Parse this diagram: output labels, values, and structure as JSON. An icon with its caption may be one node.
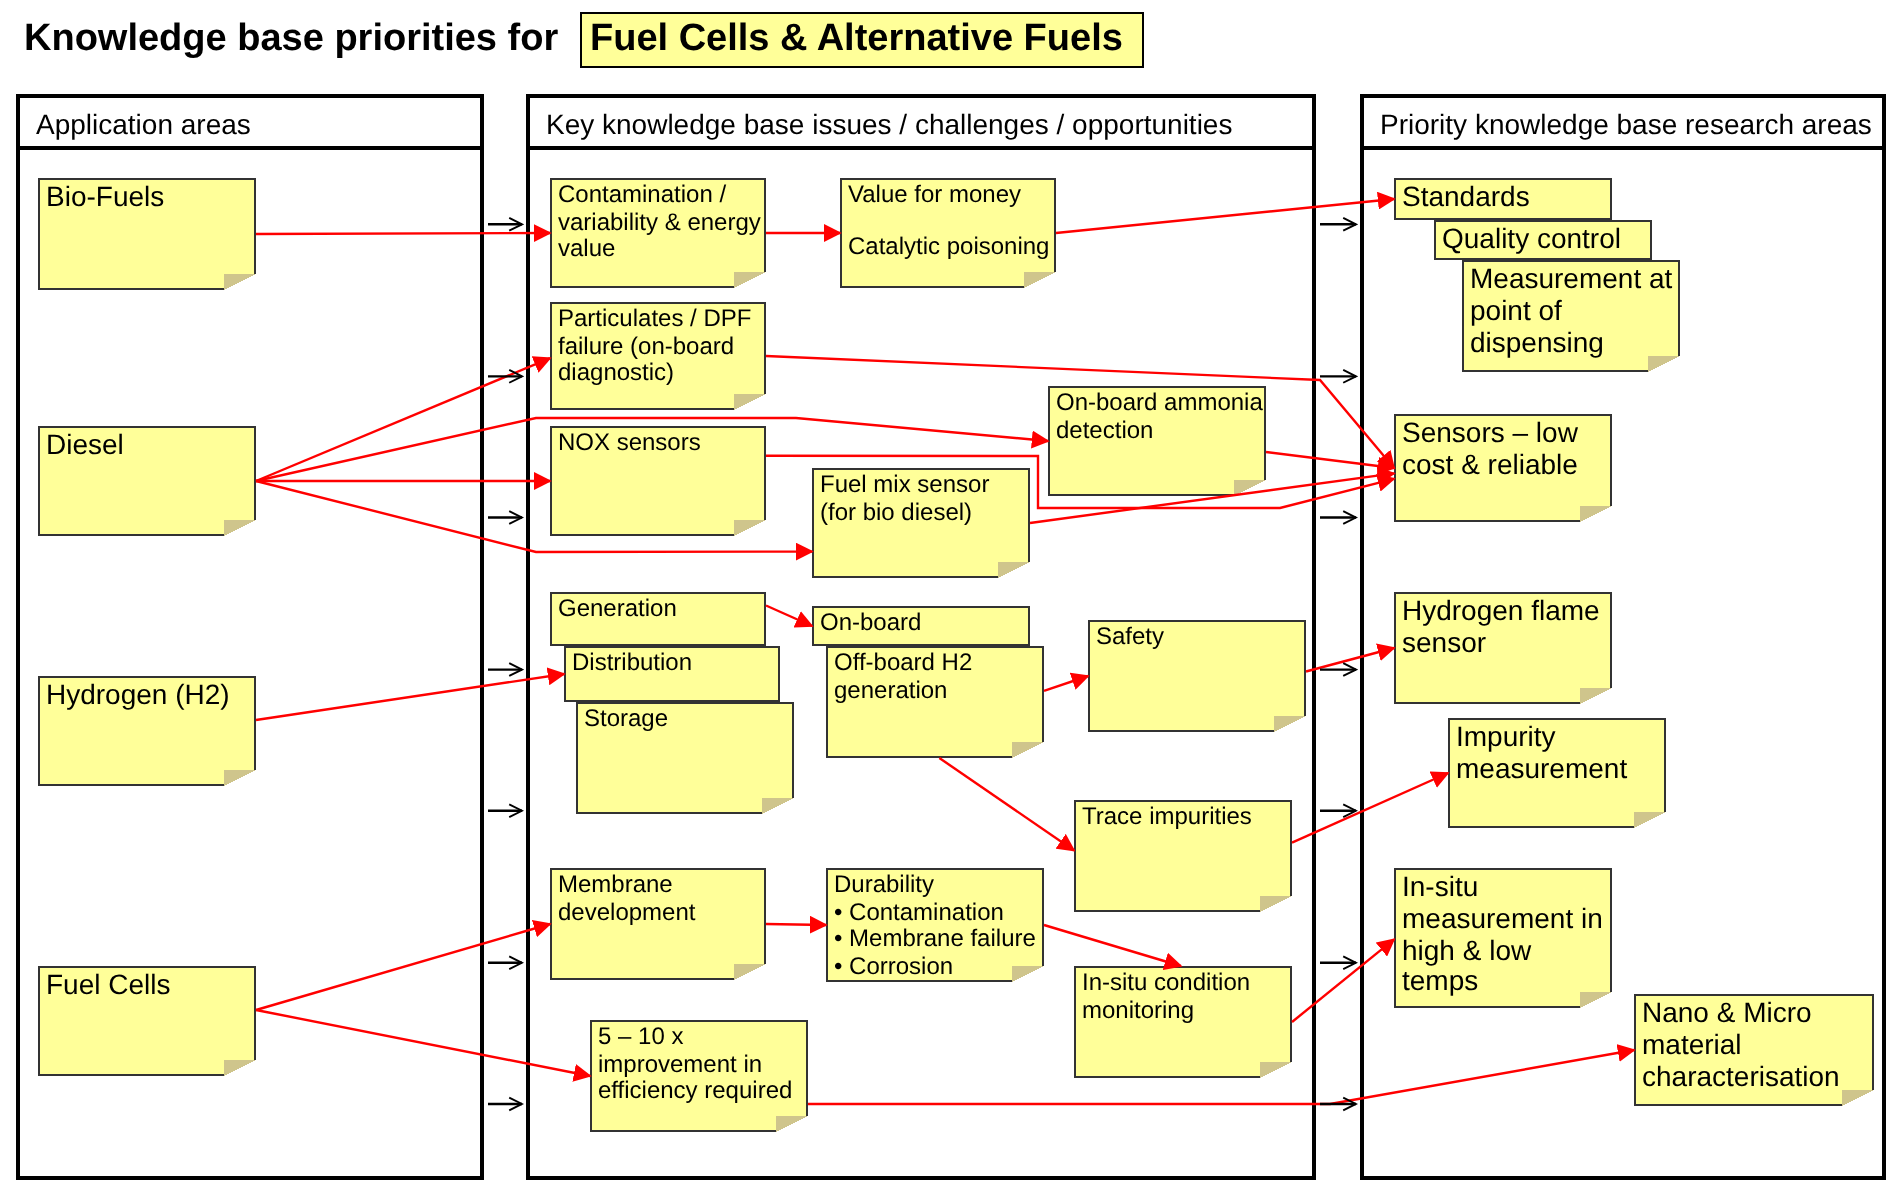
{
  "diagram": {
    "title": "Knowledge base priorities for",
    "nodes": [
      {
        "text": [
          "Fuel Cells & Alternative Fuels"
        ]
      },
      {
        "text": [
          "Application areas"
        ]
      },
      {
        "text": [
          "Key knowledge base issues / challenges / opportunities"
        ]
      },
      {
        "text": [
          "Priority knowledge base research areas"
        ]
      },
      {
        "text": [
          "Bio-Fuels"
        ],
        "in": 1
      },
      {
        "text": [
          "Diesel"
        ],
        "in": 1
      },
      {
        "text": [
          "Hydrogen (H2)"
        ],
        "in": 1
      },
      {
        "text": [
          "Fuel Cells"
        ],
        "in": 1
      },
      {
        "text": [
          "Contamination / variability & energy value"
        ],
        "in": 2
      },
      {
        "text": [
          "Value for money",
          "Catalytic poisoning"
        ],
        "in": 2
      },
      {
        "text": [
          "Particulates / DPF failure (on-board diagnostic)"
        ],
        "in": 2
      },
      {
        "text": [
          "On-board ammonia detection"
        ],
        "in": 2
      },
      {
        "text": [
          "NOX sensors"
        ],
        "in": 2
      },
      {
        "text": [
          "Fuel mix sensor (for bio diesel)"
        ],
        "in": 2
      },
      {
        "text": [
          "Generation"
        ],
        "in": 2
      },
      {
        "text": [
          "Distribution"
        ],
        "in": 2
      },
      {
        "text": [
          "Storage"
        ],
        "in": 2
      },
      {
        "text": [
          "On-board"
        ],
        "in": 2
      },
      {
        "text": [
          "Off-board H2 generation"
        ],
        "in": 2
      },
      {
        "text": [
          "Safety"
        ],
        "in": 2
      },
      {
        "text": [
          "Trace impurities"
        ],
        "in": 2
      },
      {
        "text": [
          "Membrane development"
        ],
        "in": 2
      },
      {
        "text": [
          "Durability",
          "• Contamination",
          "• Membrane failure",
          "• Corrosion"
        ],
        "in": 2
      },
      {
        "text": [
          "In-situ condition monitoring"
        ],
        "in": 2
      },
      {
        "text": [
          "5 – 10 x improvement in efficiency required"
        ],
        "in": 2
      },
      {
        "text": [
          "Standards"
        ],
        "in": 3
      },
      {
        "text": [
          "Quality control"
        ],
        "in": 3
      },
      {
        "text": [
          "Measurement at point of dispensing"
        ],
        "in": 3
      },
      {
        "text": [
          "Sensors – low cost & reliable"
        ],
        "in": 3
      },
      {
        "text": [
          "Hydrogen flame sensor"
        ],
        "in": 3
      },
      {
        "text": [
          "Impurity measurement"
        ],
        "in": 3
      },
      {
        "text": [
          "In-situ measurement in high & low temps"
        ],
        "in": 3
      },
      {
        "text": [
          "Nano & Micro material characterisation"
        ],
        "in": 3
      }
    ],
    "edges": [
      {
        "from": 4,
        "to": 8,
        "arrow": "to"
      },
      {
        "from": 8,
        "to": 9,
        "arrow": "to"
      },
      {
        "from": 9,
        "to": 25,
        "arrow": "to"
      },
      {
        "from": 5,
        "to": 10,
        "arrow": "to"
      },
      {
        "from": 5,
        "to": 12,
        "arrow": "to"
      },
      {
        "from": 5,
        "to": 11,
        "arrow": "to"
      },
      {
        "from": 5,
        "to": 13,
        "arrow": "to"
      },
      {
        "from": 10,
        "to": 28,
        "arrow": "to"
      },
      {
        "from": 11,
        "to": 28,
        "arrow": "to"
      },
      {
        "from": 12,
        "to": 28,
        "arrow": "to"
      },
      {
        "from": 13,
        "to": 28,
        "arrow": "to"
      },
      {
        "from": 6,
        "to": 15,
        "arrow": "to"
      },
      {
        "from": 14,
        "to": 17,
        "arrow": "to"
      },
      {
        "from": 18,
        "to": 19,
        "arrow": "to"
      },
      {
        "from": 18,
        "to": 20,
        "arrow": "to"
      },
      {
        "from": 19,
        "to": 29,
        "arrow": "to"
      },
      {
        "from": 20,
        "to": 30,
        "arrow": "to"
      },
      {
        "from": 7,
        "to": 21,
        "arrow": "to"
      },
      {
        "from": 7,
        "to": 24,
        "arrow": "to"
      },
      {
        "from": 21,
        "to": 22,
        "arrow": "to"
      },
      {
        "from": 22,
        "to": 23,
        "arrow": "to"
      },
      {
        "from": 23,
        "to": 31,
        "arrow": "to"
      },
      {
        "from": 24,
        "to": 32,
        "arrow": "to"
      },
      {
        "from": 1,
        "to": 2,
        "arrow": "to",
        "color": "#000000"
      },
      {
        "from": 1,
        "to": 2,
        "arrow": "to",
        "color": "#000000"
      },
      {
        "from": 1,
        "to": 2,
        "arrow": "to",
        "color": "#000000"
      },
      {
        "from": 1,
        "to": 2,
        "arrow": "to",
        "color": "#000000"
      },
      {
        "from": 1,
        "to": 2,
        "arrow": "to",
        "color": "#000000"
      },
      {
        "from": 1,
        "to": 2,
        "arrow": "to",
        "color": "#000000"
      },
      {
        "from": 1,
        "to": 2,
        "arrow": "to",
        "color": "#000000"
      },
      {
        "from": 2,
        "to": 3,
        "arrow": "to",
        "color": "#000000"
      },
      {
        "from": 2,
        "to": 3,
        "arrow": "to",
        "color": "#000000"
      },
      {
        "from": 2,
        "to": 3,
        "arrow": "to",
        "color": "#000000"
      },
      {
        "from": 2,
        "to": 3,
        "arrow": "to",
        "color": "#000000"
      },
      {
        "from": 2,
        "to": 3,
        "arrow": "to",
        "color": "#000000"
      },
      {
        "from": 2,
        "to": 3,
        "arrow": "to",
        "color": "#000000"
      },
      {
        "from": 2,
        "to": 3,
        "arrow": "to",
        "color": "#000000"
      }
    ]
  }
}
